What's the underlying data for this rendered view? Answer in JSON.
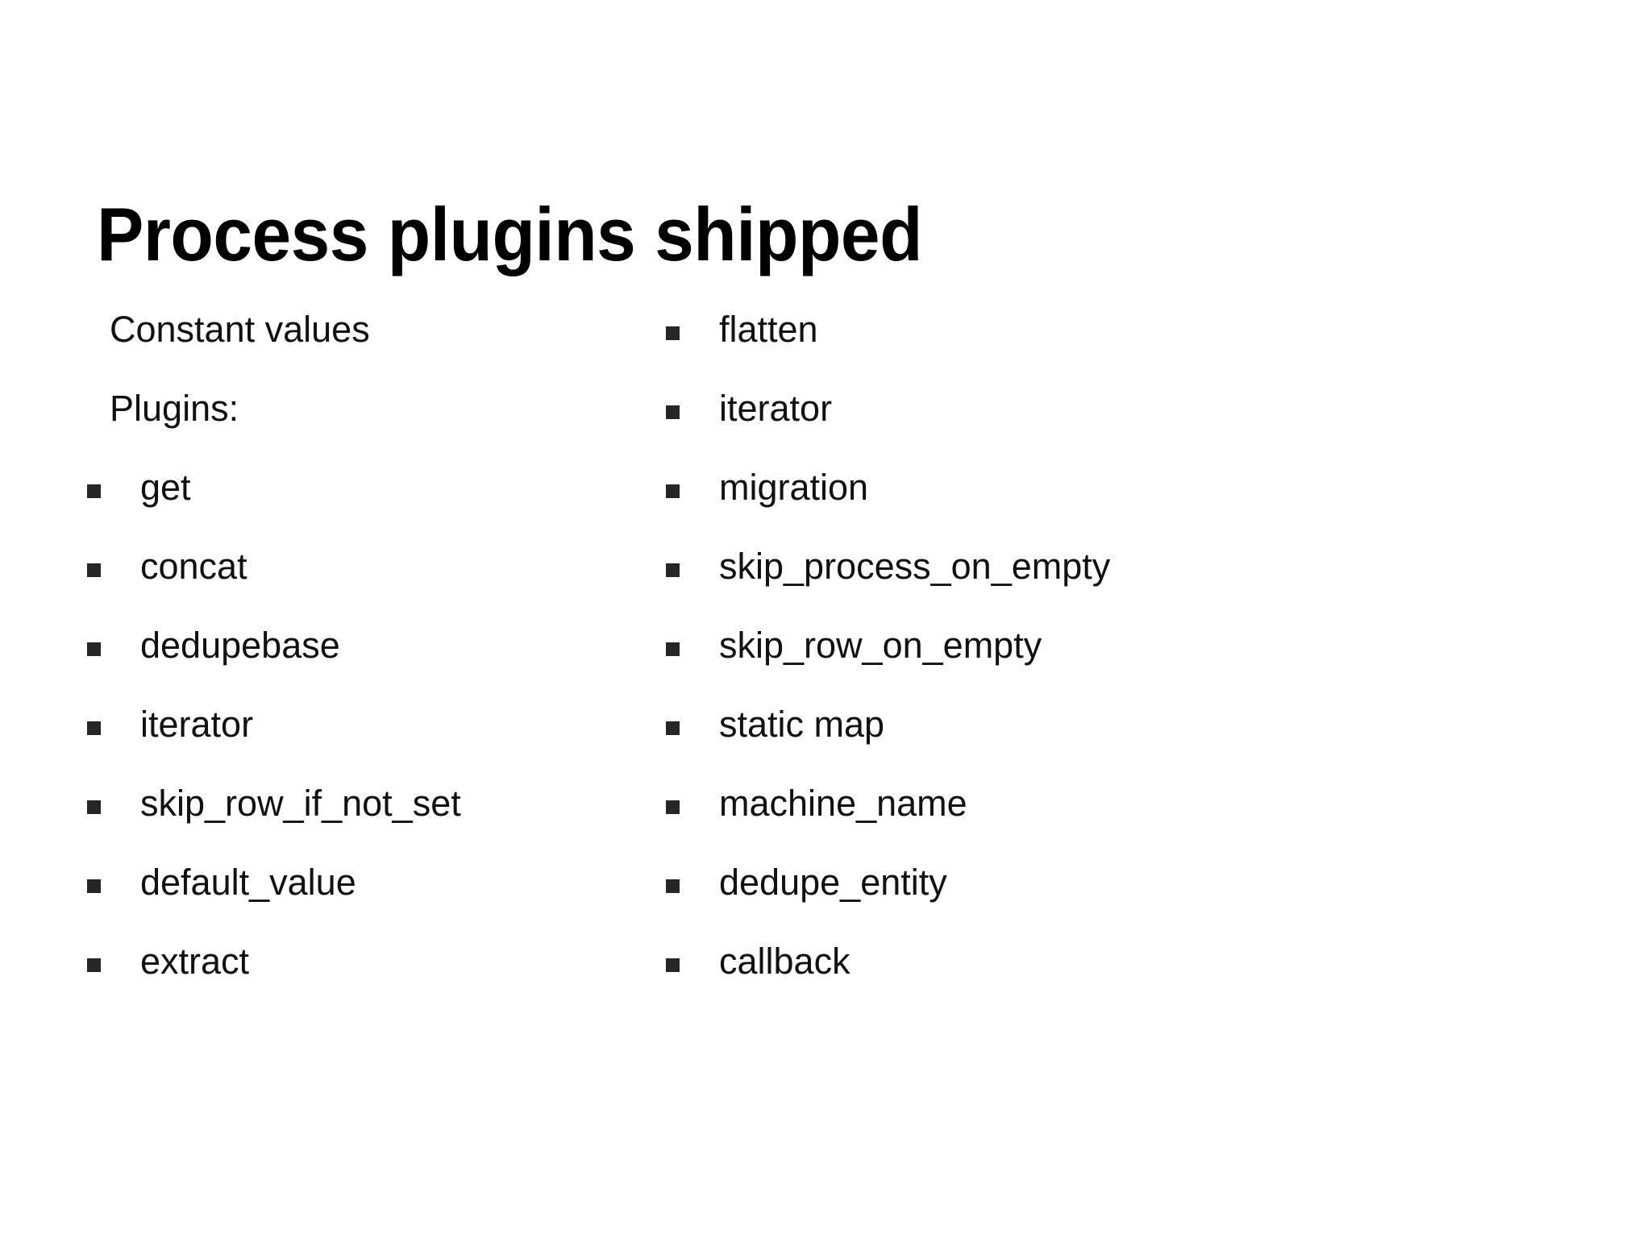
{
  "slide": {
    "title": "Process plugins shipped",
    "background_color": "#ffffff",
    "text_color": "#111111",
    "bullet_color": "#262626"
  },
  "content": {
    "left_column": {
      "headings": [
        {
          "label": "Constant values",
          "bulleted": false
        },
        {
          "label": "Plugins:",
          "bulleted": false
        }
      ],
      "items": [
        {
          "label": "get",
          "bulleted": true
        },
        {
          "label": "concat",
          "bulleted": true
        },
        {
          "label": "dedupebase",
          "bulleted": true
        },
        {
          "label": "iterator",
          "bulleted": true
        },
        {
          "label": "skip_row_if_not_set",
          "bulleted": true
        },
        {
          "label": "default_value",
          "bulleted": true
        },
        {
          "label": "extract",
          "bulleted": true
        }
      ]
    },
    "right_column": {
      "items": [
        {
          "label": "flatten",
          "bulleted": true
        },
        {
          "label": "iterator",
          "bulleted": true
        },
        {
          "label": "migration",
          "bulleted": true
        },
        {
          "label": "skip_process_on_empty",
          "bulleted": true
        },
        {
          "label": "skip_row_on_empty",
          "bulleted": true
        },
        {
          "label": "static map",
          "bulleted": true
        },
        {
          "label": "machine_name",
          "bulleted": true
        },
        {
          "label": "dedupe_entity",
          "bulleted": true
        },
        {
          "label": "callback",
          "bulleted": true
        }
      ]
    }
  }
}
